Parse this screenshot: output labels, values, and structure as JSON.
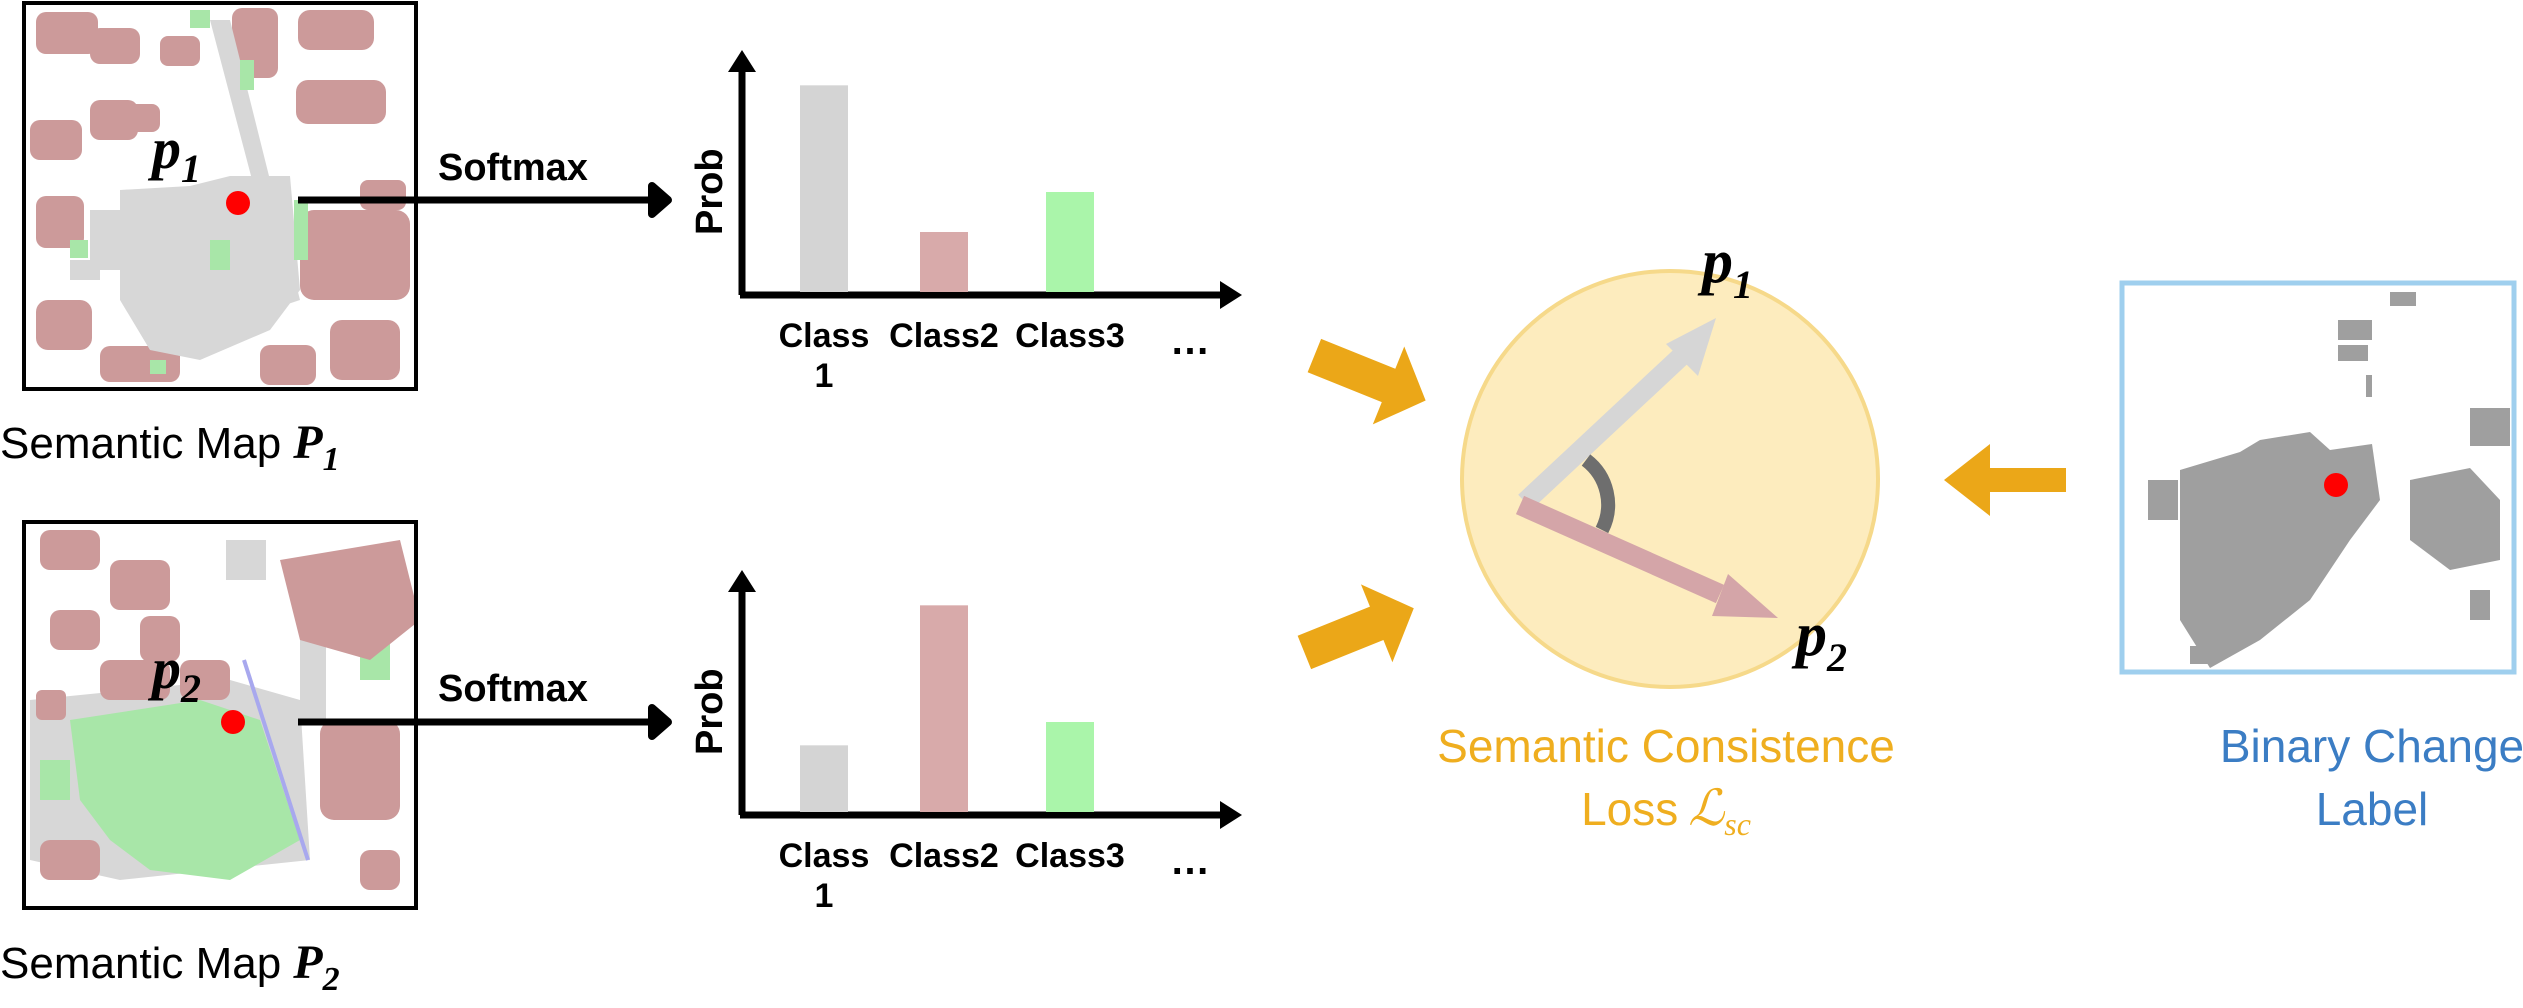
{
  "semantic_maps": [
    {
      "caption": "Semantic Map",
      "symbol": "P",
      "subscript": "1",
      "point_symbol": "p",
      "point_subscript": "1"
    },
    {
      "caption": "Semantic Map",
      "symbol": "P",
      "subscript": "2",
      "point_symbol": "p",
      "point_subscript": "2"
    }
  ],
  "softmax_label": "Softmax",
  "prob_charts": [
    {
      "type": "bar",
      "ylabel": "Prob",
      "categories": [
        "Class 1",
        "Class2",
        "Class3"
      ],
      "category_lines": [
        [
          "Class",
          "1"
        ],
        [
          "Class2"
        ],
        [
          "Class3"
        ]
      ],
      "ellipsis": "…",
      "values": [
        0.62,
        0.18,
        0.3
      ],
      "ylim": [
        0,
        0.75
      ],
      "colors": [
        "#d4d4d4",
        "#d8aaaa",
        "#aaf5aa"
      ]
    },
    {
      "type": "bar",
      "ylabel": "Prob",
      "categories": [
        "Class 1",
        "Class2",
        "Class3"
      ],
      "category_lines": [
        [
          "Class",
          "1"
        ],
        [
          "Class2"
        ],
        [
          "Class3"
        ]
      ],
      "ellipsis": "…",
      "values": [
        0.2,
        0.62,
        0.27
      ],
      "ylim": [
        0,
        0.75
      ],
      "colors": [
        "#d4d4d4",
        "#d8aaaa",
        "#aaf5aa"
      ]
    }
  ],
  "consistency": {
    "vector1": {
      "symbol": "p",
      "subscript": "1"
    },
    "vector2": {
      "symbol": "p",
      "subscript": "2"
    },
    "title_line1": "Semantic Consistence",
    "title_line2_prefix": "Loss",
    "loss_symbol": "ℒ",
    "loss_subscript": "sc"
  },
  "binary_label": {
    "line1": "Binary Change",
    "line2": "Label"
  },
  "colors": {
    "accent_orange": "#eba718",
    "circle_fill": "#fdecbe",
    "circle_stroke": "#f6d98a",
    "label_orange": "#efae1f",
    "label_blue": "#3b7dc4",
    "building_red": "#cc9a9a",
    "impervious_gray": "#d7d7d7",
    "vegetation_green": "#a8e6a8",
    "change_gray": "#9f9f9f",
    "point_red": "#ff0000",
    "frame_blue": "#9fcfee"
  }
}
